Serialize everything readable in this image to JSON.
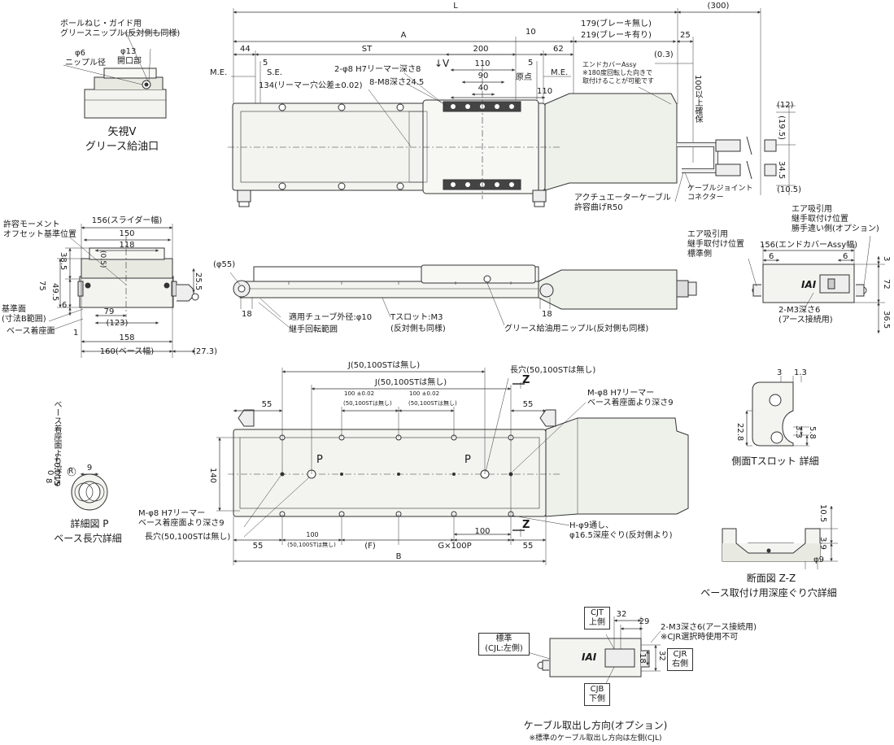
{
  "overall": {
    "L": "L",
    "dim_300": "(300)",
    "A": "A",
    "ST": "ST",
    "d44": "44",
    "d200": "200",
    "d10": "10",
    "d62": "62",
    "d25": "25",
    "brake_none": "179(ブレーキ無し)",
    "brake_with": "219(ブレーキ有り)",
    "d5a": "5",
    "d5b": "5",
    "me_left": "M.E.",
    "se": "S.E.",
    "origin": "原点",
    "me_right": "M.E.",
    "ream134": "134(リーマー穴公差±0.02)",
    "ream8": "2-φ8 H7リーマー深さ8",
    "m8": "8-M8深さ24.5",
    "view_v": "↓V",
    "d110a": "110",
    "d90": "90",
    "d40": "40",
    "d110b": "110",
    "d03": "(0.3)",
    "endcover1": "エンドカバーAssy",
    "endcover2": "※180度回転した向きで",
    "endcover3": "取付けることが可能です",
    "d100up": "100以上確保",
    "d12": "(12)",
    "d195": "(19.5)",
    "d345": "34.5",
    "d105": "(10.5)",
    "cable_joint1": "ケーブルジョイント",
    "cable_joint2": "コネクター",
    "actuator_cable1": "アクチュエーターケーブル",
    "actuator_cable2": "許容曲げR50"
  },
  "grease_view": {
    "label1": "ボールねじ・ガイド用",
    "label2": "グリースニップル(反対側も同様)",
    "phi6": "φ6",
    "nipple": "ニップル径",
    "phi13": "φ13",
    "opening": "開口部",
    "caption1": "矢視V",
    "caption2": "グリース給油口"
  },
  "end_view": {
    "moment1": "許容モーメント",
    "moment2": "オフセット基準位置",
    "slider": "156(スライダー幅)",
    "d150": "150",
    "d118": "118",
    "d385": "38.5",
    "d05": "(0.5)",
    "d75": "75",
    "d495": "49.5",
    "d255": "25.5",
    "d6": "6",
    "d79": "79",
    "d123": "(123)",
    "ref1": "基準面",
    "ref2": "(寸法B範囲)",
    "base_surface": "ベース着座面",
    "d1": "1",
    "d158": "158",
    "base_width": "160(ベース幅)",
    "d273": "(27.3)"
  },
  "side_view": {
    "phi55": "(φ55)",
    "d18a": "18",
    "tube": "適用チューブ外径:φ10",
    "rotate": "継手回転範囲",
    "tslot1": "Tスロット:M3",
    "tslot2": "(反対側も同様)",
    "nipple": "グリース給油用ニップル(反対側も同様)",
    "d18b": "18"
  },
  "right_end_view": {
    "air_l1": "エア吸引用",
    "air_l2": "継手取付け位置",
    "air_l3": "標準側",
    "air_r1": "エア吸引用",
    "air_r2": "継手取付け位置",
    "air_r3": "勝手違い側(オプション)",
    "endcover": "156(エンドカバーAssy幅)",
    "d6a": "6",
    "d6b": "6",
    "d3": "3",
    "d72": "72",
    "d365": "36.5",
    "m3a": "2-M3深さ6",
    "m3b": "(アース接続用)",
    "logo": "IAI"
  },
  "bottom_view": {
    "J1": "J(50,100STは無し)",
    "J2": "J(50,100STは無し)",
    "slot_top": "長穴(50,100STは無し)",
    "z_top": "Z",
    "d55a": "55",
    "d100a": "100",
    "d100a_tol": "±0.02",
    "d100a_note": "(50,100STは無し)",
    "d100b": "100",
    "d100b_tol": "±0.02",
    "d100b_note": "(50,100STは無し)",
    "d55b": "55",
    "ream1": "M-φ8 H7リーマー",
    "ream2": "ベース着座面より深さ9",
    "d140": "140",
    "P1": "P",
    "P2": "P",
    "ream_l1": "M-φ8 H7リーマー",
    "ream_l2": "ベース着座面より深さ9",
    "slot_bottom": "長穴(50,100STは無し)",
    "d100c": "100",
    "d100c_note": "(50,100STは無し)",
    "d100d": "100",
    "z_bottom": "Z",
    "h1": "H-φ9通し、",
    "h2": "φ16.5深座ぐり(反対側より)",
    "d55c": "55",
    "F": "(F)",
    "G": "G×100P",
    "d55d": "55",
    "B": "B"
  },
  "detail_p": {
    "d8": "8",
    "tol_hi": "+0.015",
    "tol_lo": "0",
    "note": "ベース着座面より深さ9",
    "R": "R",
    "d9": "9",
    "caption1": "詳細図 P",
    "caption2": "ベース長穴詳細"
  },
  "tslot_detail": {
    "d3": "3",
    "d13": "1.3",
    "d228": "22.8",
    "d33": "3.3",
    "d58": "5.8",
    "caption": "側面Tスロット 詳細"
  },
  "section_zz": {
    "d105": "10.5",
    "d39": "3.9",
    "phi9": "φ9",
    "caption1": "断面図 Z-Z",
    "caption2": "ベース取付け用深座ぐり穴詳細"
  },
  "cable_dir": {
    "std1": "標準",
    "std2": "(CJL:左側)",
    "cjt1": "CJT",
    "cjt2": "上側",
    "d32": "32",
    "d29": "29",
    "m3a": "2-M3深さ6(アース接続用)",
    "m3b": "※CJR選択時使用不可",
    "cjr1": "CJR",
    "cjr2": "右側",
    "d32v": "32",
    "d18": "18",
    "cjb1": "CJB",
    "cjb2": "下側",
    "logo": "IAI",
    "caption": "ケーブル取出し方向(オプション)",
    "note": "※標準のケーブル取出し方向は左側(CJL)"
  }
}
